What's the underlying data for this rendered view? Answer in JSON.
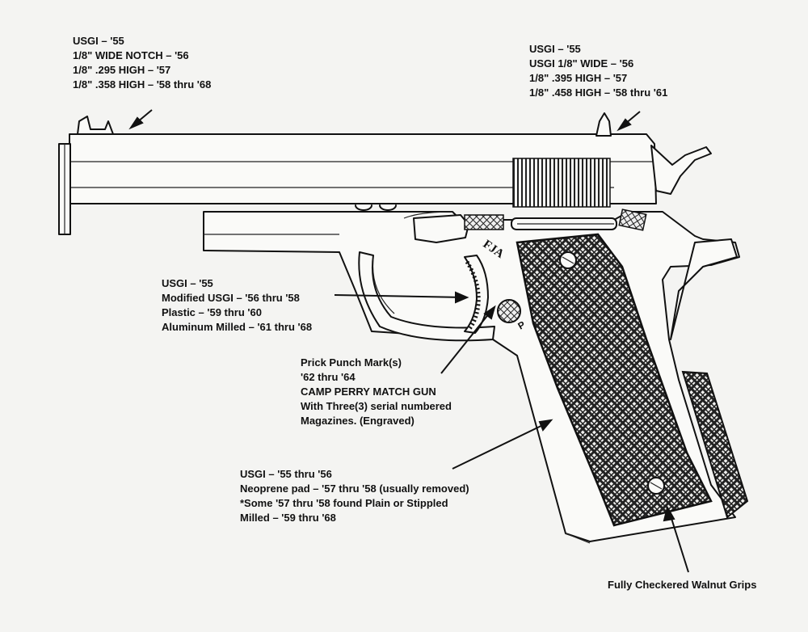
{
  "callouts": {
    "rear_sight": [
      "USGI – '55",
      "1/8\" WIDE NOTCH – '56",
      "1/8\" .295 HIGH – '57",
      "1/8\" .358 HIGH – '58 thru '68"
    ],
    "front_sight": [
      "USGI – '55",
      "USGI 1/8\" WIDE – '56",
      "1/8\" .395 HIGH – '57",
      "1/8\" .458 HIGH – '58 thru '61"
    ],
    "trigger": [
      "USGI – '55",
      "Modified USGI – '56 thru '58",
      "Plastic – '59 thru '60",
      "Aluminum Milled – '61 thru '68"
    ],
    "prick_punch": [
      "Prick Punch Mark(s)",
      "'62 thru '64",
      "CAMP PERRY MATCH GUN",
      "With Three(3) serial numbered",
      "Magazines. (Engraved)"
    ],
    "mainspring_housing": [
      "USGI – '55 thru '56",
      "Neoprene pad – '57 thru '58 (usually removed)",
      "*Some '57 thru '58 found Plain or Stippled",
      "Milled – '59 thru '68"
    ],
    "grips": "Fully Checkered Walnut Grips"
  },
  "frame_marks": {
    "initials": "FJA",
    "letter": "P"
  },
  "colors": {
    "ink": "#111111",
    "paper": "#f4f4f2"
  }
}
